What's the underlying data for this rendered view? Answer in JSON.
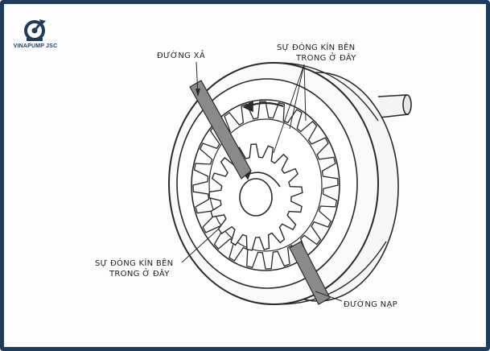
{
  "brand": {
    "name": "VINAPUMP JSC",
    "logo_icon": "pump-logo-icon",
    "color": "#1f3c5c"
  },
  "labels": {
    "discharge": "ĐƯỜNG XẢ",
    "seal_top_line1": "SỰ ĐÓNG KÍN BÊN",
    "seal_top_line2": "TRONG Ở ĐÂY",
    "seal_bottom_line1": "SỰ ĐÓNG KÍN BÊN",
    "seal_bottom_line2": "TRONG Ở ĐÂY",
    "suction": "ĐƯỜNG NẠP"
  },
  "colors": {
    "frame": "#1f3c5c",
    "ink": "#2a2a2a",
    "port_fill": "#8a8a8a"
  }
}
